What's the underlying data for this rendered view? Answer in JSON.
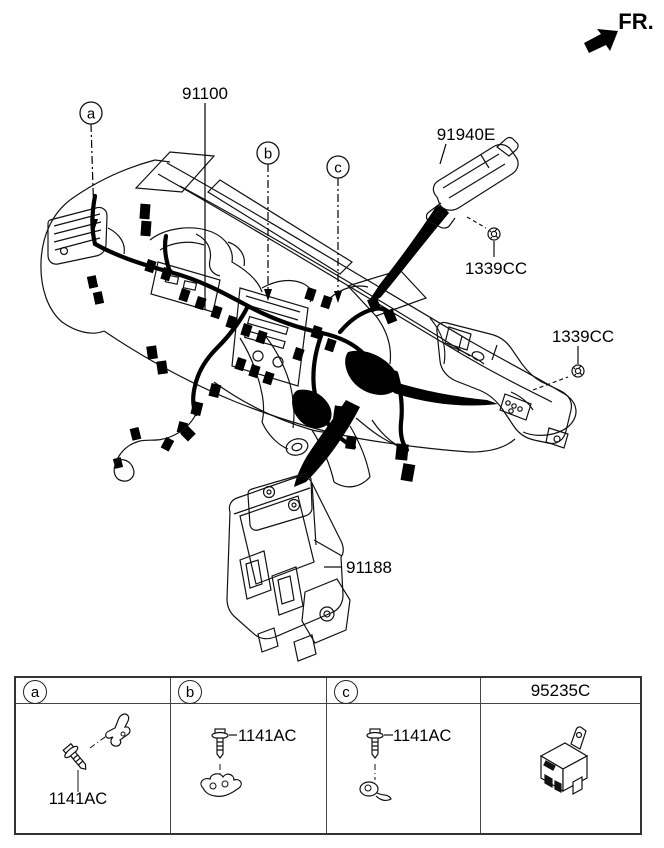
{
  "orientation": {
    "label": "FR."
  },
  "diagram": {
    "harness_label": "91100",
    "module_label": "91940E",
    "module_nut_label": "1339CC",
    "bracket_nut_label": "1339CC",
    "junction_box_label": "91188",
    "markers": {
      "a": "a",
      "b": "b",
      "c": "c"
    }
  },
  "legend": {
    "columns": [
      {
        "marker": "a",
        "part": "1141AC"
      },
      {
        "marker": "b",
        "part": "1141AC"
      },
      {
        "marker": "c",
        "part": "1141AC"
      },
      {
        "title": "95235C"
      }
    ]
  }
}
